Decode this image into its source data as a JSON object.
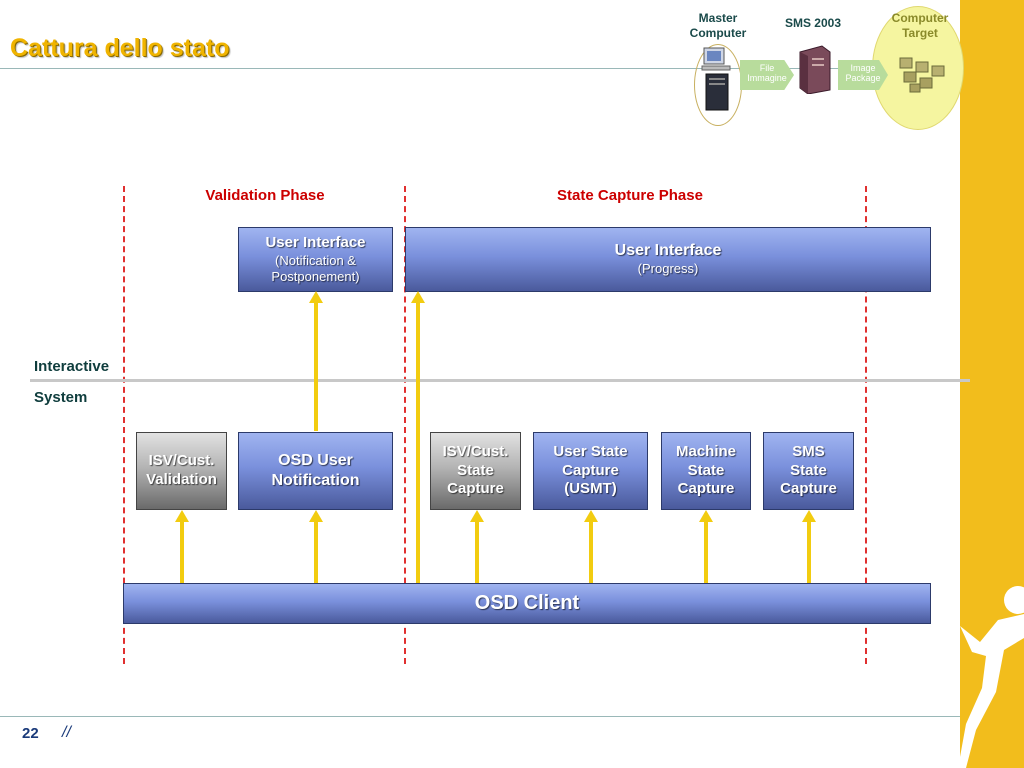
{
  "slide": {
    "title": "Cattura dello stato",
    "page_number": "22",
    "footer_mark": "//"
  },
  "header_graphic": {
    "master_computer": "Master\nComputer",
    "sms_2003": "SMS 2003",
    "computer_target": "Computer\nTarget",
    "chevron_1": "File\nImmagine",
    "chevron_2": "Image\nPackage"
  },
  "phases": {
    "validation": "Validation Phase",
    "state_capture": "State Capture Phase"
  },
  "layers": {
    "interactive": "Interactive",
    "system": "System"
  },
  "boxes": {
    "ui_notification": {
      "title": "User Interface",
      "subtitle": "(Notification &\nPostponement)"
    },
    "ui_progress": {
      "title": "User Interface",
      "subtitle": "(Progress)"
    },
    "isv_validation": "ISV/Cust.\nValidation",
    "osd_user_notification": "OSD User\nNotification",
    "isv_state_capture": "ISV/Cust.\nState\nCapture",
    "user_state_capture": "User State\nCapture\n(USMT)",
    "machine_state_capture": "Machine\nState\nCapture",
    "sms_state_capture": "SMS\nState\nCapture",
    "osd_client": "OSD Client"
  },
  "colors": {
    "title": "#f0b400",
    "phase_label": "#cc0000",
    "box_blue": "#7a90dc",
    "box_grey": "#b4b4b4",
    "arrow": "#f2cc10",
    "right_band": "#f2bd1c"
  }
}
